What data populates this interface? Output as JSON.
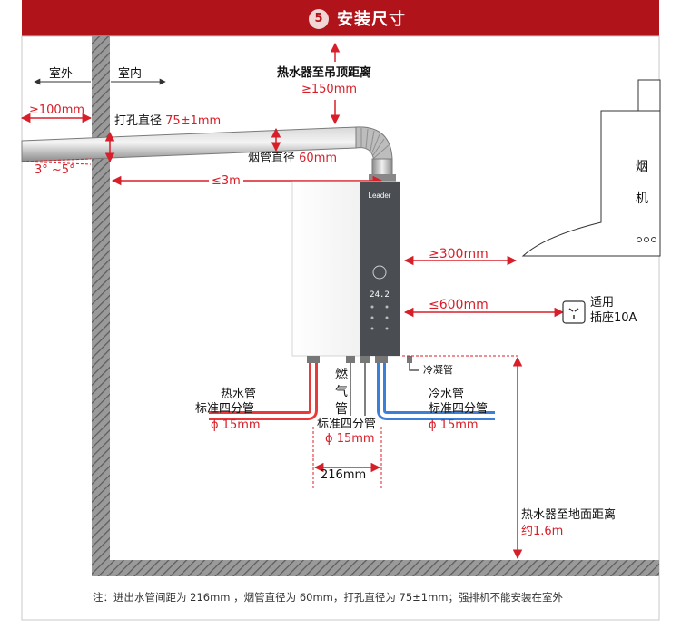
{
  "header": {
    "step_number": "5",
    "title": "安装尺寸"
  },
  "labels": {
    "outdoor": "室外",
    "indoor": "室内",
    "ceiling_label": "热水器至吊顶距离",
    "ceiling_value": "≥150mm",
    "wall_extension": "≥100mm",
    "hole_label": "打孔直径",
    "hole_value": "75±1mm",
    "slope": "3° ~5°",
    "flue_label": "烟管直径",
    "flue_value": "60mm",
    "flue_length": "≤3m",
    "hood_side_clearance": "≥300mm",
    "socket_distance": "≤600mm",
    "socket_label_1": "适用",
    "socket_label_2": "插座10A",
    "range_hood": "烟机",
    "condensate_pipe": "冷凝管",
    "gas_pipe": "燃气管",
    "gas_pipe_std": "标准四分管",
    "gas_pipe_dia": "ϕ 15mm",
    "hot_pipe_title": "热水管",
    "hot_pipe_std": "标准四分管",
    "hot_pipe_dia": "ϕ 15mm",
    "cold_pipe_title": "冷水管",
    "cold_pipe_std": "标准四分管",
    "cold_pipe_dia": "ϕ 15mm",
    "pipe_spacing": "216mm",
    "floor_label": "热水器至地面距离",
    "floor_value": "约1.6m",
    "brand": "Leader",
    "display_readout": "24.2"
  },
  "footnote": "注：进出水管间距为 216mm ，烟管直径为 60mm，打孔直径为 75±1mm；强排机不能安装在室外",
  "colors": {
    "accent_red": "#d81e28",
    "header_red": "#b1131a",
    "hot_pipe": "#e83a3a",
    "cold_pipe": "#3a7fd8",
    "panel_dark": "#4a4d52"
  },
  "icons": [
    "socket-icon",
    "range-hood-icon",
    "water-heater-icon"
  ]
}
